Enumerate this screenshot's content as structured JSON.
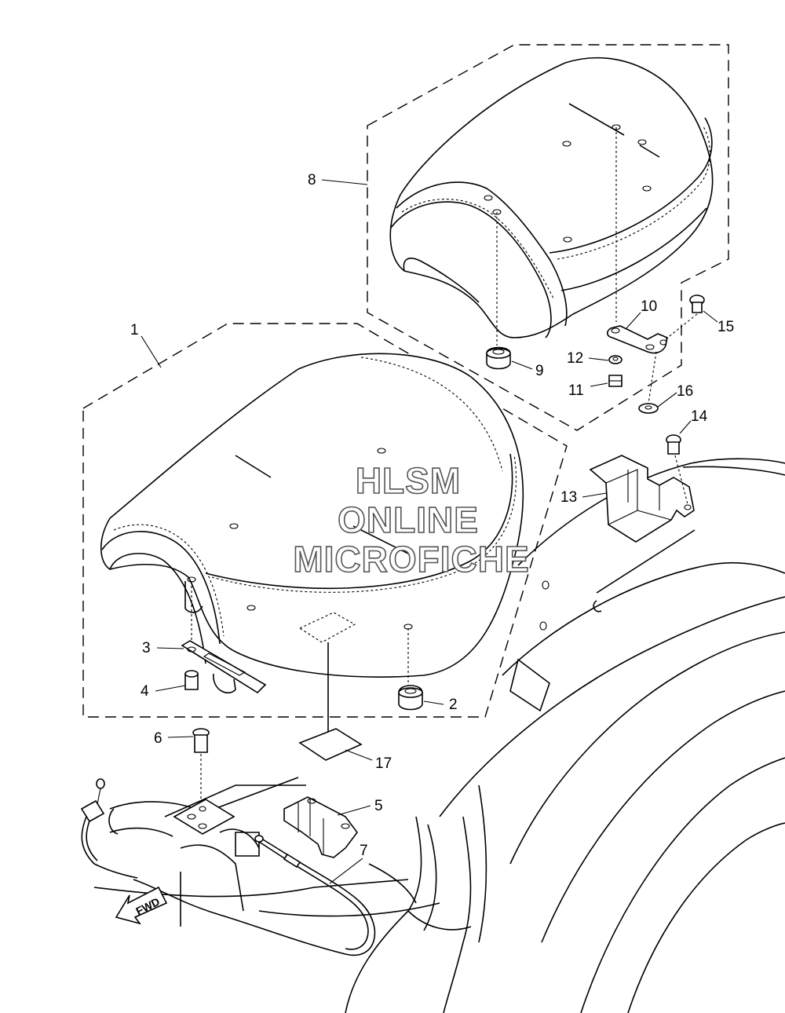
{
  "diagram": {
    "part_labels": [
      "1",
      "2",
      "3",
      "4",
      "5",
      "6",
      "7",
      "8",
      "9",
      "10",
      "11",
      "12",
      "13",
      "14",
      "15",
      "16",
      "17"
    ],
    "watermark": {
      "line1": "HLSM",
      "line2": "ONLINE",
      "line3": "MICROFICHE"
    },
    "direction_arrow": "FWD"
  }
}
